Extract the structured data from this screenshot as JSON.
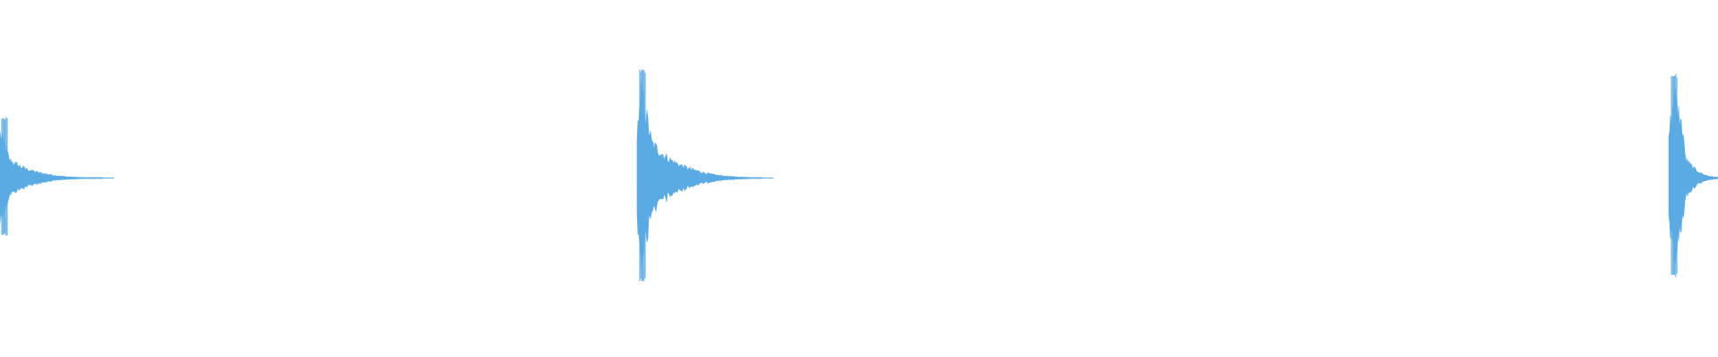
{
  "waveform": {
    "color": "#5aabe3",
    "background": "#ffffff",
    "transients": [
      {
        "name": "transient-1",
        "peak_amplitude": 0.55,
        "decay_span": 0.06
      },
      {
        "name": "transient-2",
        "peak_amplitude": 1.0,
        "decay_span": 0.07
      },
      {
        "name": "transient-3",
        "peak_amplitude": 0.95,
        "decay_span": 0.04
      }
    ]
  }
}
